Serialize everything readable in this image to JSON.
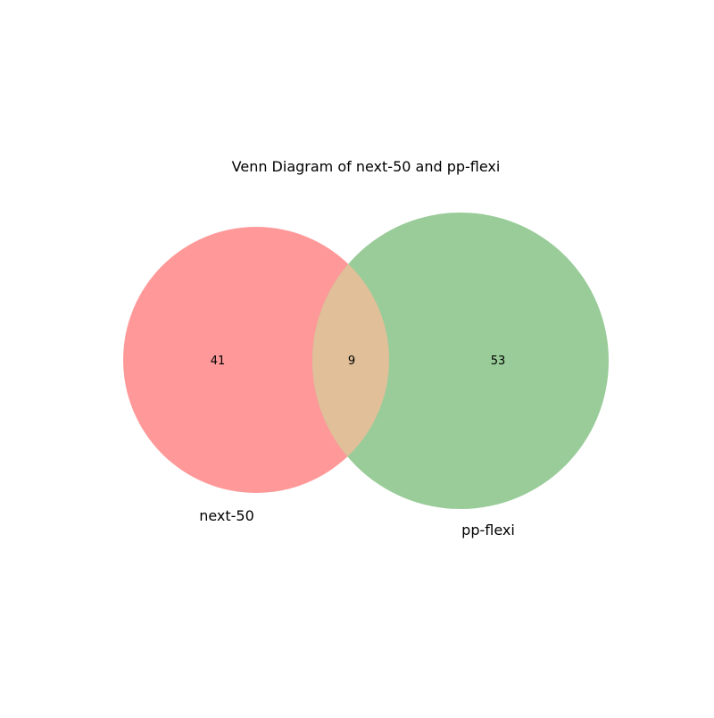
{
  "title": "Venn Diagram of next-50 and pp-flexi",
  "sets": [
    {
      "name": "next-50",
      "only_count": "41",
      "color": "#ff9999"
    },
    {
      "name": "pp-flexi",
      "only_count": "53",
      "color": "#99cc99"
    }
  ],
  "intersection": {
    "count": "9",
    "color": "#e0bf99"
  }
}
